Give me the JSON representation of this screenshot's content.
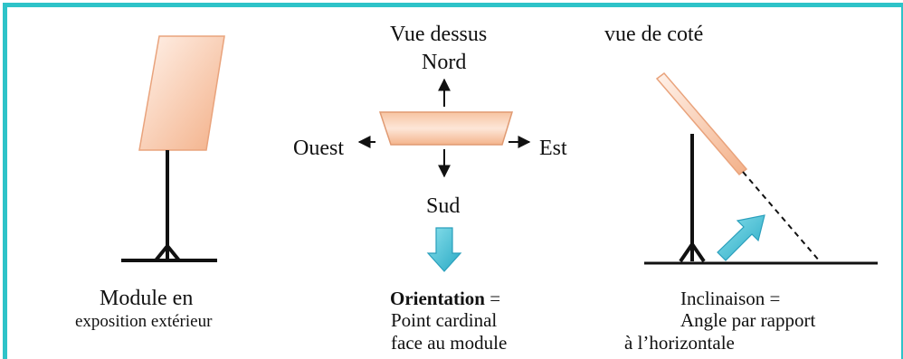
{
  "views": {
    "top_view_title": "Vue dessus",
    "side_view_title": "vue de coté"
  },
  "directions": {
    "north": "Nord",
    "south": "Sud",
    "west": "Ouest",
    "east": "Est"
  },
  "captions": {
    "module": {
      "line1": "Module en",
      "line2": "exposition extérieur"
    },
    "orientation": {
      "term": "Orientation",
      "equals": " =",
      "line2": "Point cardinal",
      "line3": "face au module"
    },
    "inclination": {
      "line1": "Inclinaison =",
      "line2": "Angle par rapport",
      "line3": "à l’horizontale"
    }
  },
  "colors": {
    "frame": "#2ec3c8",
    "panel_light": "#fde8dc",
    "panel_dark": "#f4b68e",
    "arrow_cyan": "#43c0d6",
    "ink": "#111111"
  }
}
